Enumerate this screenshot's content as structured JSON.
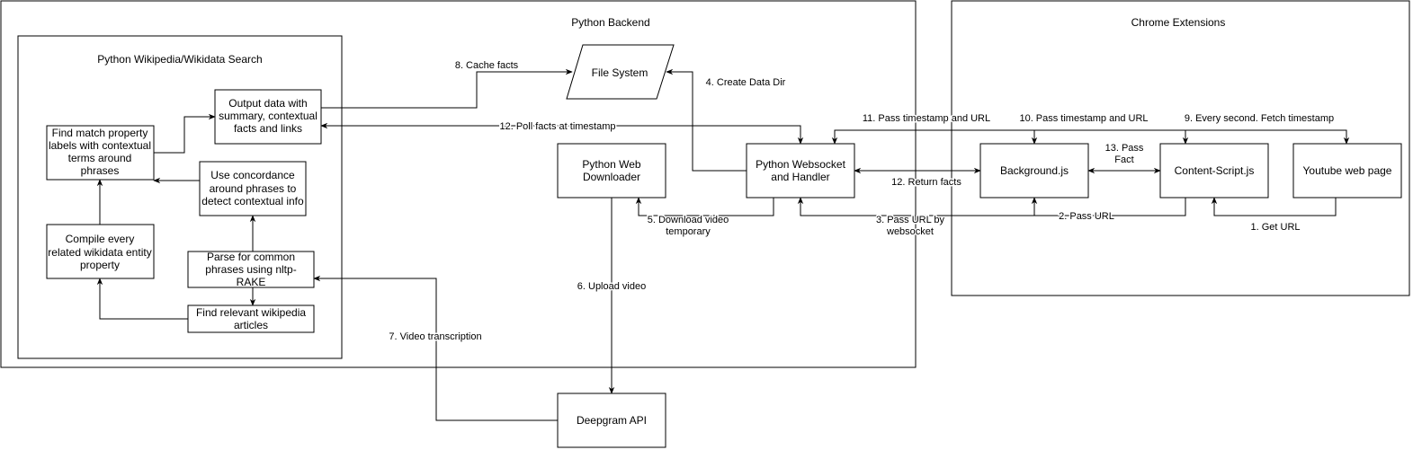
{
  "containers": {
    "backend": "Python Backend",
    "chrome": "Chrome Extensions",
    "wiki": "Python Wikipedia/Wikidata Search"
  },
  "nodes": {
    "output": [
      "Output data with",
      "summary, contextual",
      "facts and links"
    ],
    "find_match": [
      "Find match property",
      "labels with contextual",
      "terms around",
      "phrases"
    ],
    "concordance": [
      "Use concordance",
      "around phrases to",
      "detect contextual info"
    ],
    "compile": [
      "Compile every",
      "related wikidata entity",
      "property"
    ],
    "parse": [
      "Parse for common",
      "phrases using nltp-",
      "RAKE"
    ],
    "find_relevant": [
      "Find relevant wikipedia",
      "articles"
    ],
    "file_system": "File System",
    "downloader": [
      "Python Web",
      "Downloader"
    ],
    "websocket": [
      "Python Websocket",
      "and Handler"
    ],
    "background": "Background.js",
    "content_script": "Content-Script.js",
    "youtube": "Youtube web page",
    "deepgram": "Deepgram API"
  },
  "edges": {
    "e1": "1. Get URL",
    "e2": "2. Pass URL",
    "e3": [
      "3. Pass URL by",
      "websocket"
    ],
    "e4": "4. Create Data Dir",
    "e5": [
      "5. Download video",
      "temporary"
    ],
    "e6": "6. Upload video",
    "e7": "7. Video transcription",
    "e8": "8. Cache facts",
    "e9": "9. Every second. Fetch timestamp",
    "e10": "10. Pass timestamp and URL",
    "e11": "11. Pass timestamp and URL",
    "e12_return": "12. Return facts",
    "e12_poll": "12. Poll facts at timestamp",
    "e13": [
      "13. Pass",
      "Fact"
    ]
  }
}
